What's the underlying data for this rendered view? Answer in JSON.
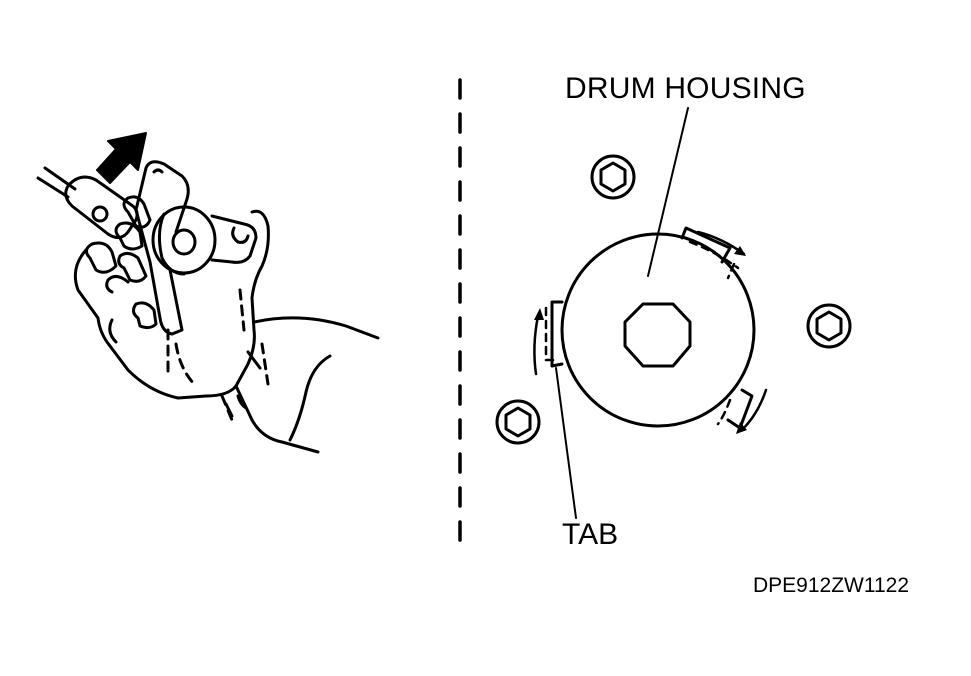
{
  "labels": {
    "drum_housing": "DRUM HOUSING",
    "tab": "TAB",
    "figure_code": "DPE912ZW1122"
  },
  "colors": {
    "line": "#000000",
    "background": "#ffffff"
  },
  "icons": [
    "up-arrow-icon",
    "rotation-arrow-icon",
    "bolt-icon",
    "hex-hole-icon"
  ]
}
